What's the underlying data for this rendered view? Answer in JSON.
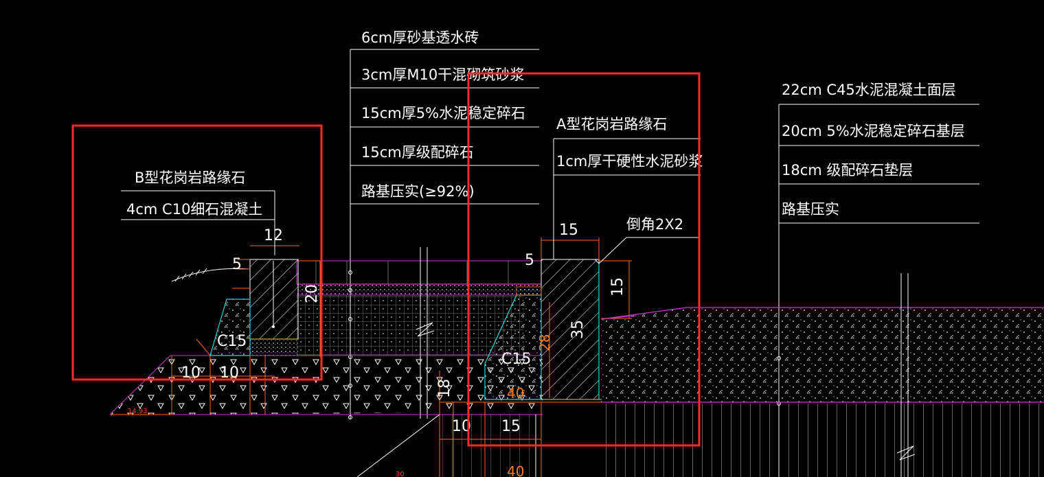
{
  "colors": {
    "background": "#000000",
    "line": "#ffffff",
    "highlight": "#ff2a2a",
    "magenta": "#d038d0",
    "orange": "#ff6a1a",
    "cyan": "#29d6e0",
    "yellow": "#e6d200"
  },
  "sidewalk_layers": [
    "6cm厚砂基透水砖",
    "3cm厚M10干混砌筑砂浆",
    "15cm厚5%水泥稳定碎石",
    "15cm厚级配碎石",
    "路基压实(≥92%)"
  ],
  "curb_b": {
    "title": "B型花岗岩路缘石",
    "layer": "4cm C10细石混凝土",
    "dim_top": "12",
    "dim_side": "5",
    "dim_height": "20",
    "concrete": "C15",
    "dim_bottom_left": "10",
    "dim_bottom_right": "10",
    "elevation": "14.93"
  },
  "curb_a": {
    "title": "A型花岗岩路缘石",
    "layer": "1cm厚干硬性水泥砂浆",
    "dim_top": "15",
    "dim_side": "5",
    "chamfer": "倒角2X2",
    "dim_right": "15",
    "dim_height": "35",
    "dim_small": "28",
    "concrete": "C15",
    "dim_base": "40",
    "dim_base_left": "10",
    "dim_base_right": "15",
    "dim_vertical": "18",
    "dim_lower": "40",
    "dim_lower_small": "30"
  },
  "road_layers": [
    "22cm C45水泥混凝土面层",
    "20cm 5%水泥稳定碎石基层",
    "18cm 级配碎石垫层",
    "路基压实"
  ]
}
